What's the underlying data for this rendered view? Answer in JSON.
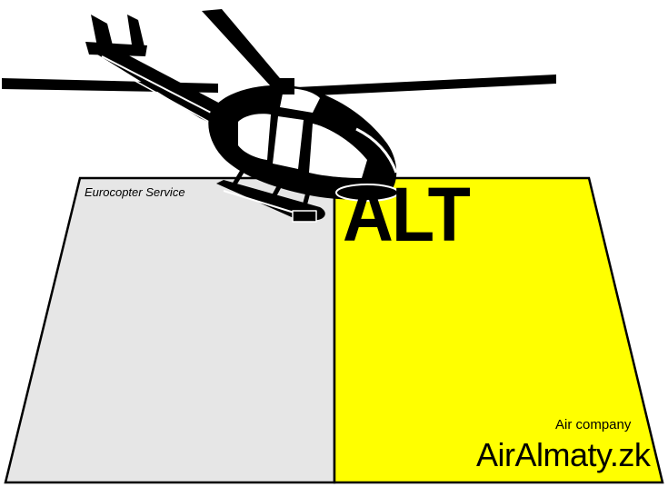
{
  "service_text": "Eurocopter Service",
  "logo_text": "ALT",
  "company_label": "Air company",
  "company_name": "AirAlmaty.zk",
  "colors": {
    "left_panel": "#e6e6e6",
    "right_panel": "#ffff00",
    "outline": "#000000",
    "background": "#ffffff"
  },
  "icons": [
    "helicopter-icon"
  ]
}
